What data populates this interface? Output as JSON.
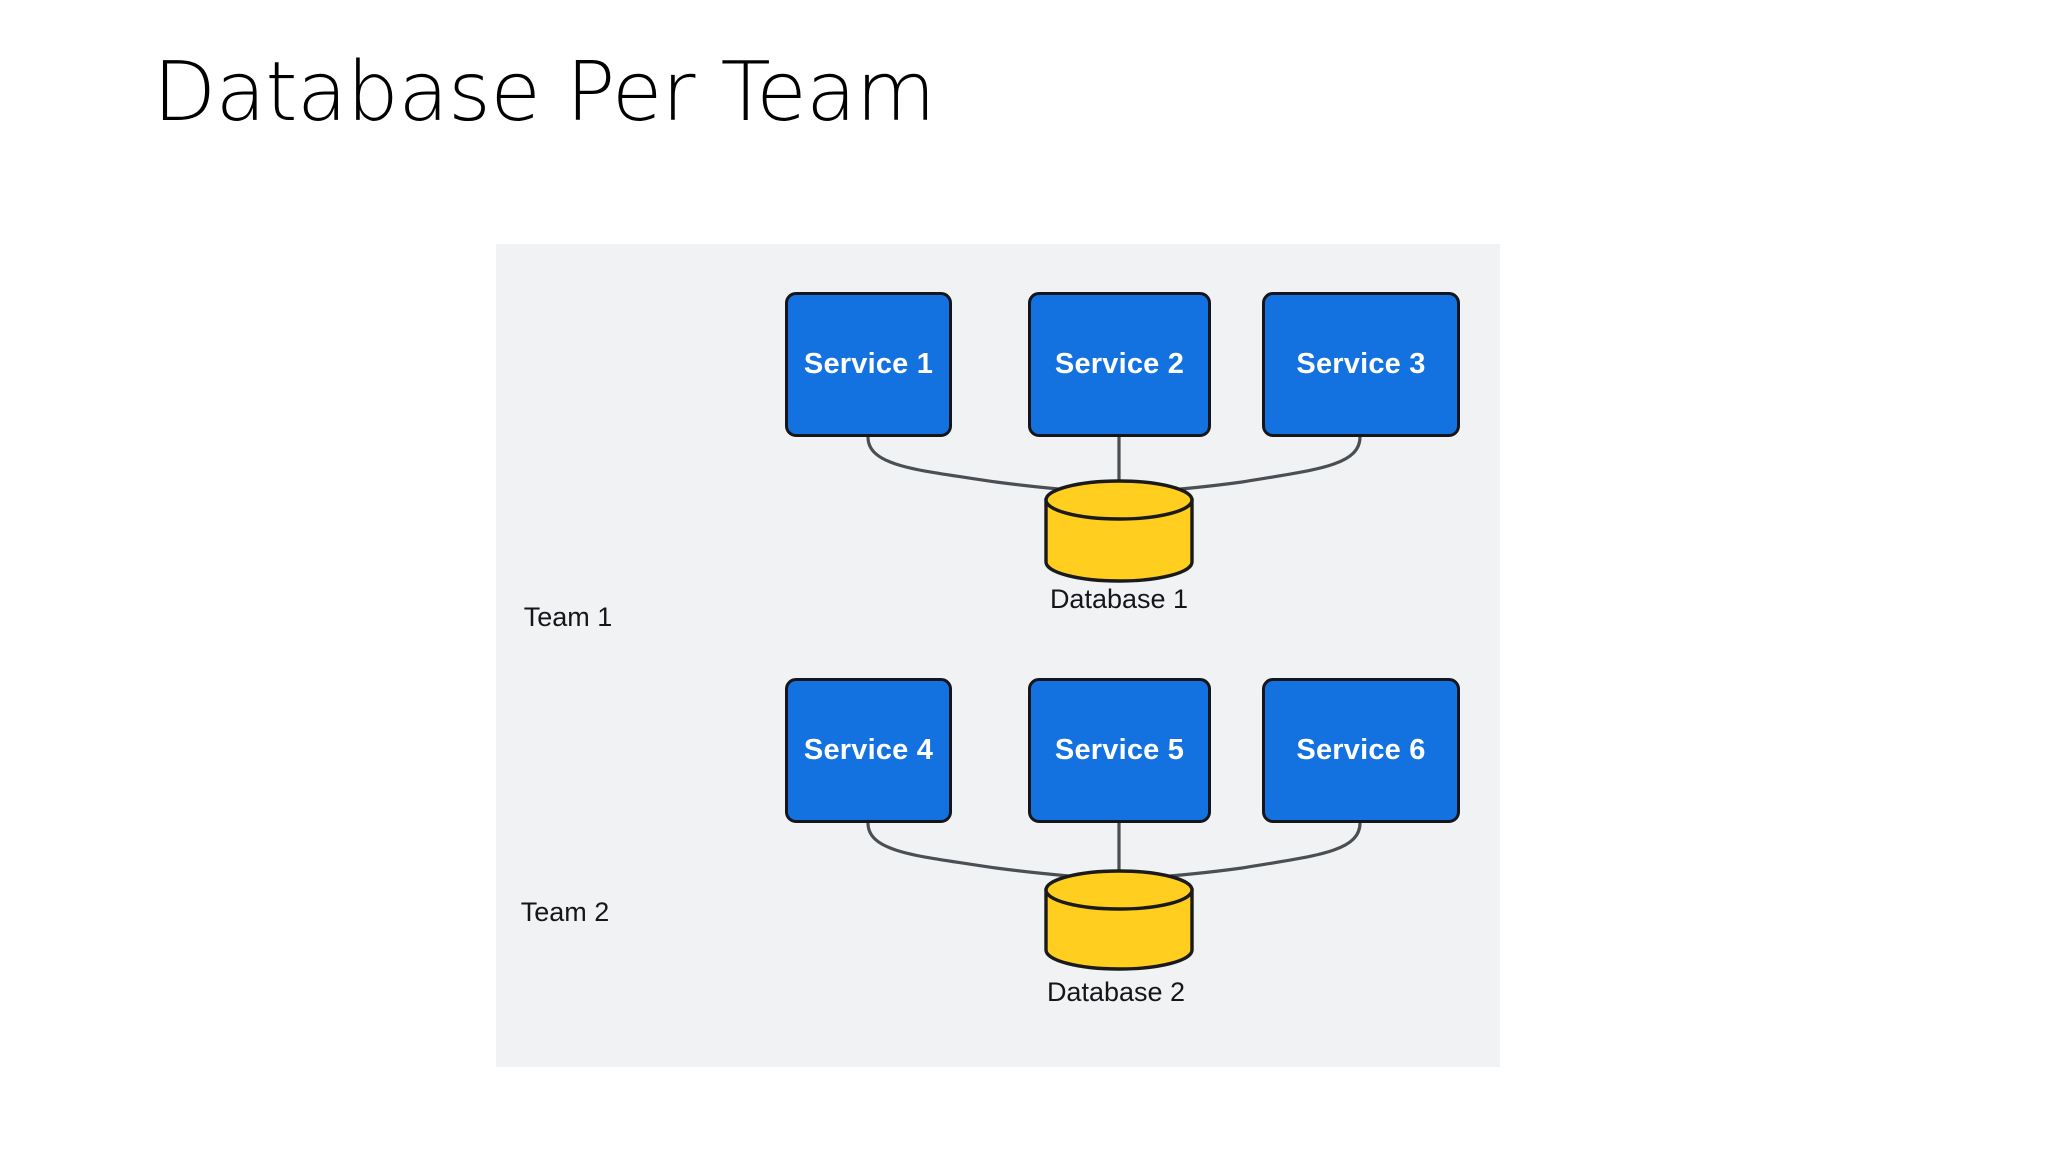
{
  "slide": {
    "title": "Database Per Team",
    "background_color": "#ffffff"
  },
  "diagram": {
    "panel_color": "#f1f2f4",
    "service_fill": "#1471e0",
    "service_stroke": "#14161c",
    "service_text_color": "#ffffff",
    "database_fill": "#ffce1f",
    "database_stroke": "#1a1a1a",
    "connector_color": "#4a4f54",
    "label_color": "#15161a",
    "rows": [
      {
        "team_label": "Team 1",
        "services": [
          {
            "label": "Service 1"
          },
          {
            "label": "Service 2"
          },
          {
            "label": "Service 3"
          }
        ],
        "database": {
          "label": "Database 1"
        }
      },
      {
        "team_label": "Team 2",
        "services": [
          {
            "label": "Service 4"
          },
          {
            "label": "Service 5"
          },
          {
            "label": "Service 6"
          }
        ],
        "database": {
          "label": "Database 2"
        }
      }
    ]
  }
}
